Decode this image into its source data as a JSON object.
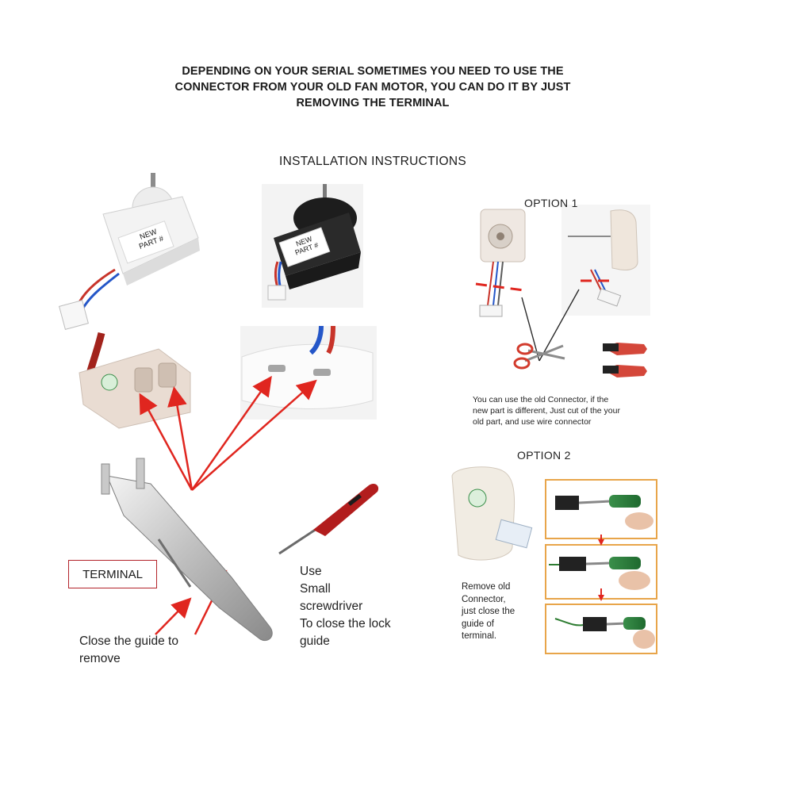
{
  "header": {
    "lines": [
      "DEPENDING ON YOUR SERIAL SOMETIMES YOU NEED TO USE THE",
      "CONNECTOR FROM YOUR OLD FAN MOTOR, YOU CAN DO IT BY JUST",
      "REMOVING THE TERMINAL"
    ]
  },
  "subtitle": "INSTALLATION INSTRUCTIONS",
  "motors": {
    "label1": [
      "NEW",
      "PART #"
    ],
    "label2": [
      "NEW",
      "PART #"
    ]
  },
  "option1": {
    "title": "OPTION 1",
    "note": [
      "You can use the old Connector, if the",
      "new part is different, Just cut of the your",
      "old part, and use wire connector"
    ]
  },
  "option2": {
    "title": "OPTION 2",
    "note": [
      "Remove old",
      "Connector,",
      "just close the",
      "guide of",
      "terminal."
    ]
  },
  "terminal_label": "TERMINAL",
  "screwdriver_caption": [
    "Use",
    "Small",
    "screwdriver",
    "To close the lock",
    "guide"
  ],
  "guide_caption": [
    "Close the guide to",
    "remove"
  ],
  "colors": {
    "arrow": "#e0261f",
    "cut_line": "#e0261f",
    "frame": "#e8a54a",
    "accent_green": "#2e7d32"
  }
}
